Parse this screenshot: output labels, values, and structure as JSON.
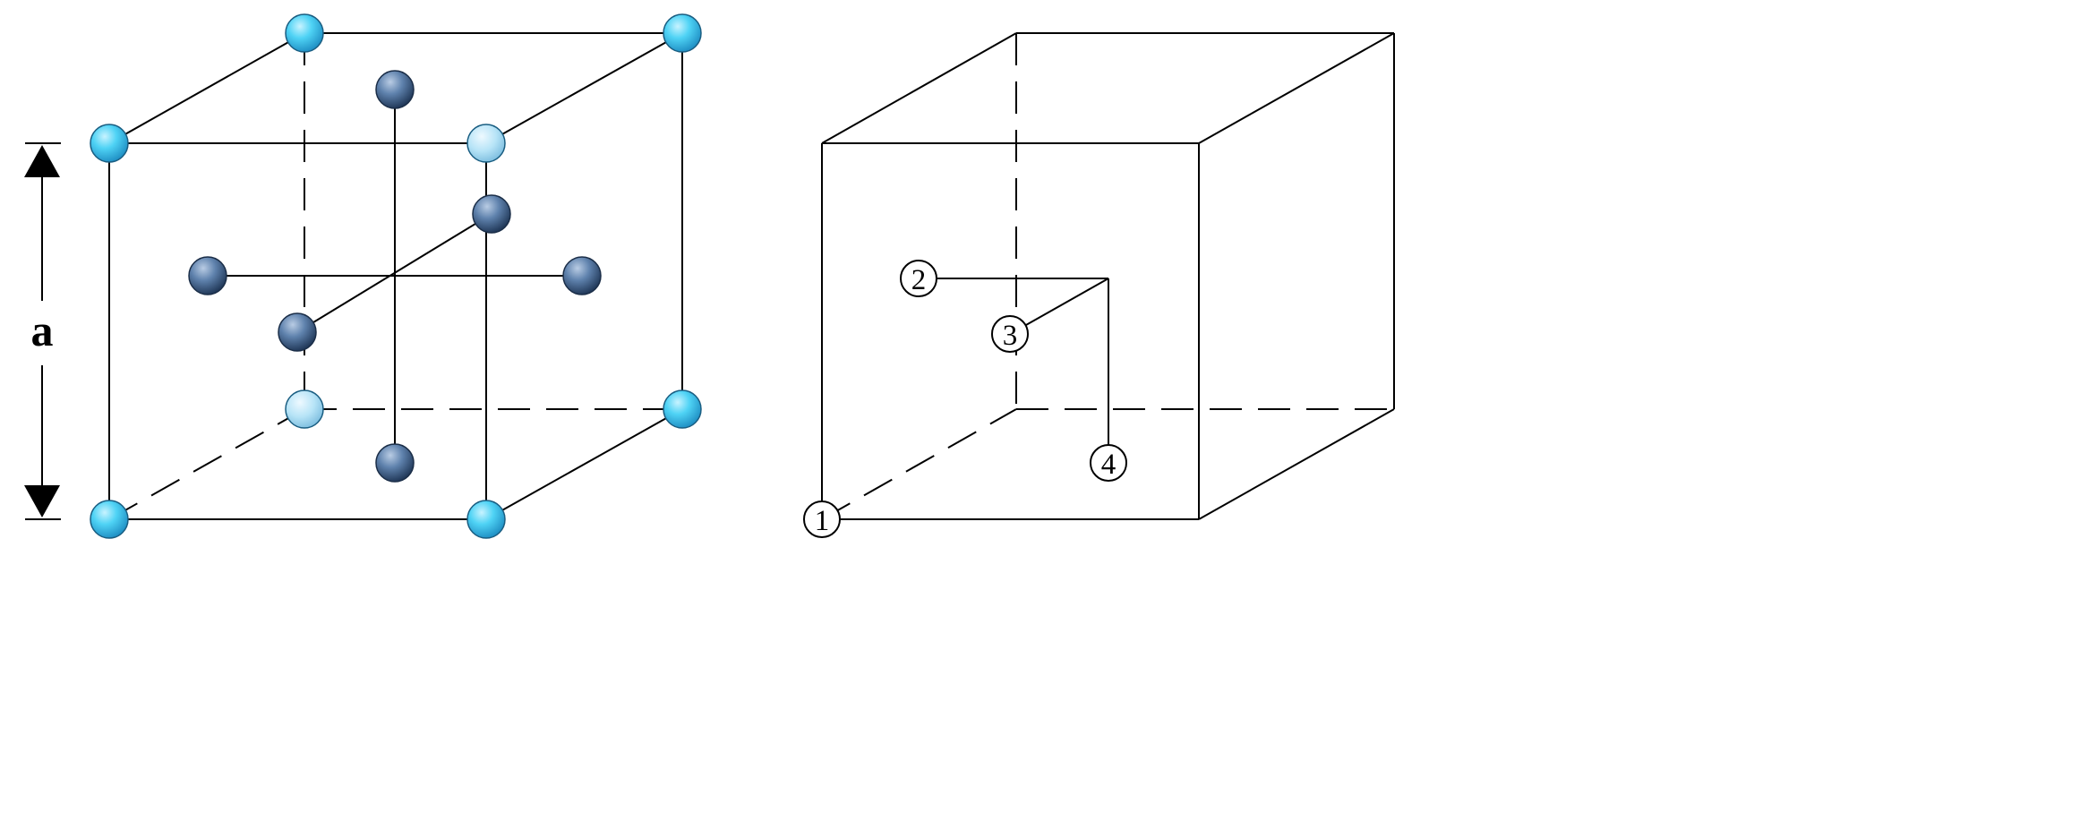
{
  "labels": {
    "lattice_parameter": "a",
    "site_1": "1",
    "site_2": "2",
    "site_3": "3",
    "site_4": "4"
  },
  "colors": {
    "corner_atom": "#33c4ea",
    "corner_atom_light": "#a9d9f2",
    "interior_atom": "#5a7ca8",
    "line": "#000000",
    "background": "#ffffff"
  }
}
